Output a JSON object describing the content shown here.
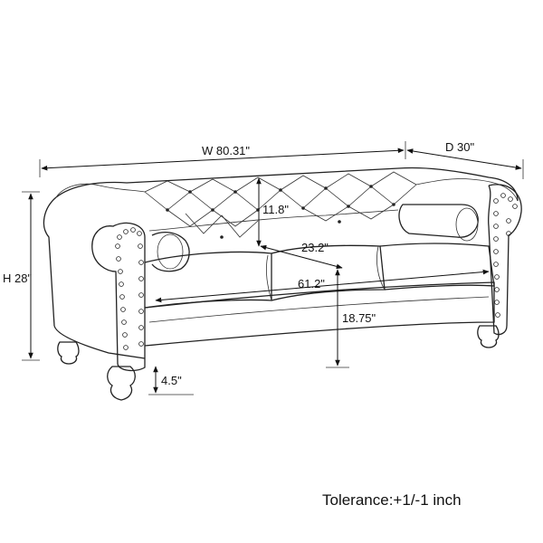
{
  "dimensions": {
    "width": "W 80.31\"",
    "depth": "D 30\"",
    "height": "H 28\"",
    "back_height": "11.8\"",
    "seat_depth": "23.2\"",
    "seat_width": "61.2\"",
    "seat_height": "18.75\"",
    "leg_height": "4.5\""
  },
  "tolerance": "Tolerance:+1/-1 inch"
}
